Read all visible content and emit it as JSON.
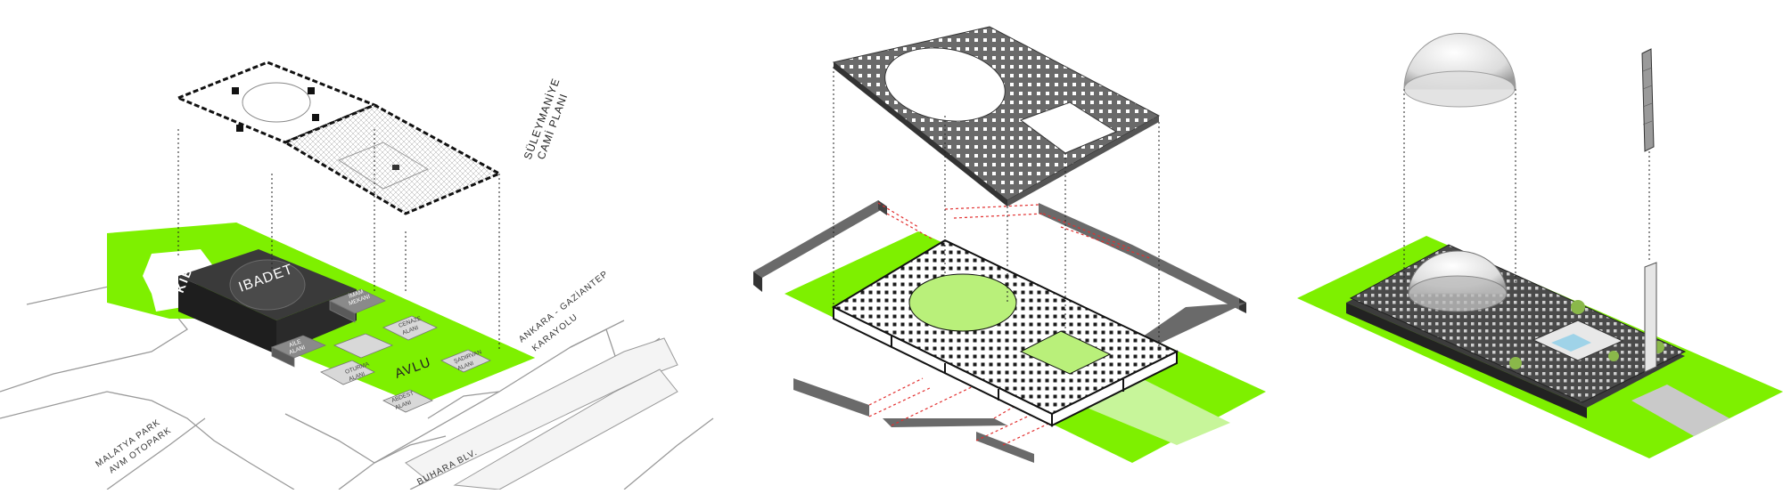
{
  "panel1": {
    "plan_title_line1": "SÜLEYMANİYE",
    "plan_title_line2": "CAMİ PLANI",
    "kible": "KIBLE",
    "ibadet": "IBADET",
    "imam_line1": "İMAM",
    "imam_line2": "MEKANI",
    "aile_line1": "AİLE",
    "aile_line2": "ALANI",
    "cenaze_line1": "CENAZE",
    "cenaze_line2": "ALANI",
    "oturma_line1": "OTURMA",
    "oturma_line2": "ALANI",
    "avlu": "AVLU",
    "sadirvan_line1": "ŞADIRVAN",
    "sadirvan_line2": "ALANI",
    "abdest_line1": "ABDEST",
    "abdest_line2": "ALANI",
    "road_line1": "ANKARA - GAZİANTEP",
    "road_line2": "KARAYOLU",
    "buhara": "BUHARA BLV.",
    "malatya_line1": "MALATYA PARK",
    "malatya_line2": "AVM OTOPARK"
  },
  "colors": {
    "green": "#7ef000",
    "light_green": "#b9f07a",
    "dark": "#2b2b2b",
    "grey": "#6e6e6e",
    "light_grey": "#cfcfcf",
    "red_dash": "#e23030"
  }
}
